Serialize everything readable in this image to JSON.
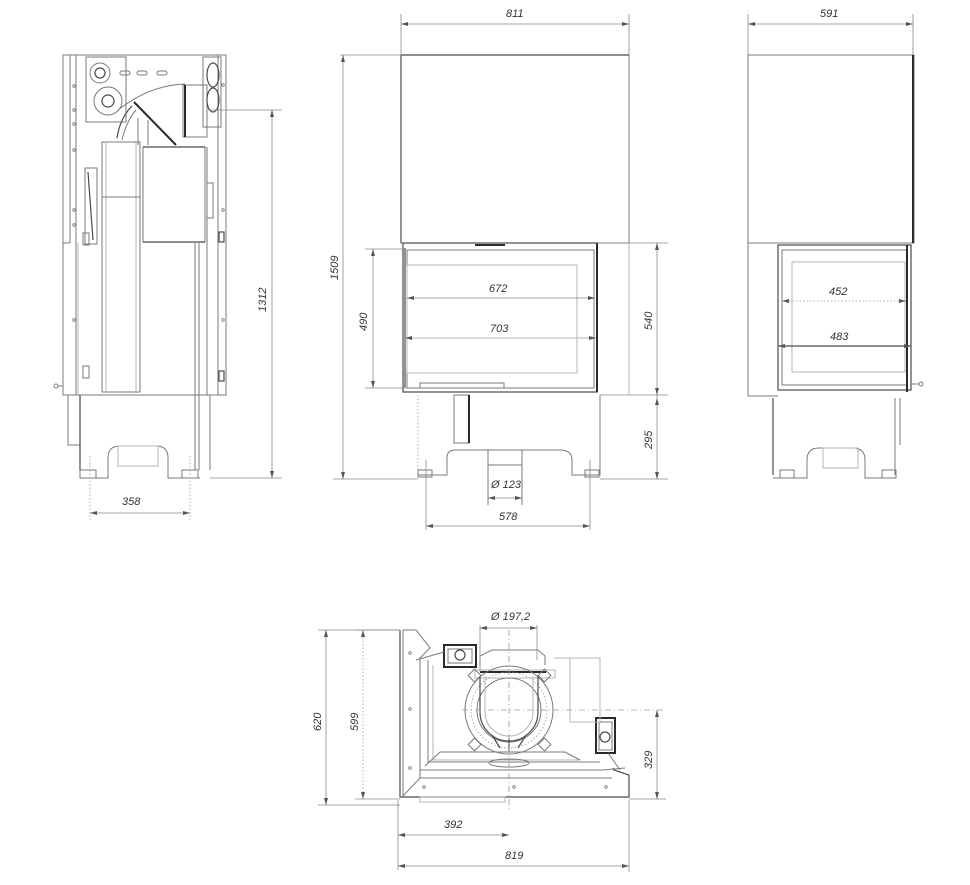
{
  "drawing": {
    "type": "technical-drawing",
    "subject": "corner fireplace insert — side, front, right views and top plan",
    "units": "mm"
  },
  "views": {
    "side_left": {
      "dimensions": {
        "height_flue_axis": "1312",
        "foot_spacing": "358"
      }
    },
    "front": {
      "dimensions": {
        "overall_width": "811",
        "overall_height": "1509",
        "door_opening_height": "490",
        "glass_width_inner": "672",
        "glass_width_outer": "703",
        "firebox_front_height": "540",
        "base_height": "295",
        "air_inlet_diameter": "Ø 123",
        "foot_spacing": "578"
      }
    },
    "side_right": {
      "dimensions": {
        "overall_depth": "591",
        "glass_width_inner": "452",
        "glass_width_outer": "483"
      }
    },
    "top_plan": {
      "dimensions": {
        "flue_diameter": "Ø 197,2",
        "overall_depth": "620",
        "body_depth": "599",
        "flue_axis_from_front": "329",
        "flue_axis_from_left": "392",
        "overall_width": "819"
      }
    }
  },
  "colors": {
    "line": "#7a7a7a",
    "line_dark": "#2a2a2a",
    "text": "#333333",
    "background": "#ffffff"
  }
}
